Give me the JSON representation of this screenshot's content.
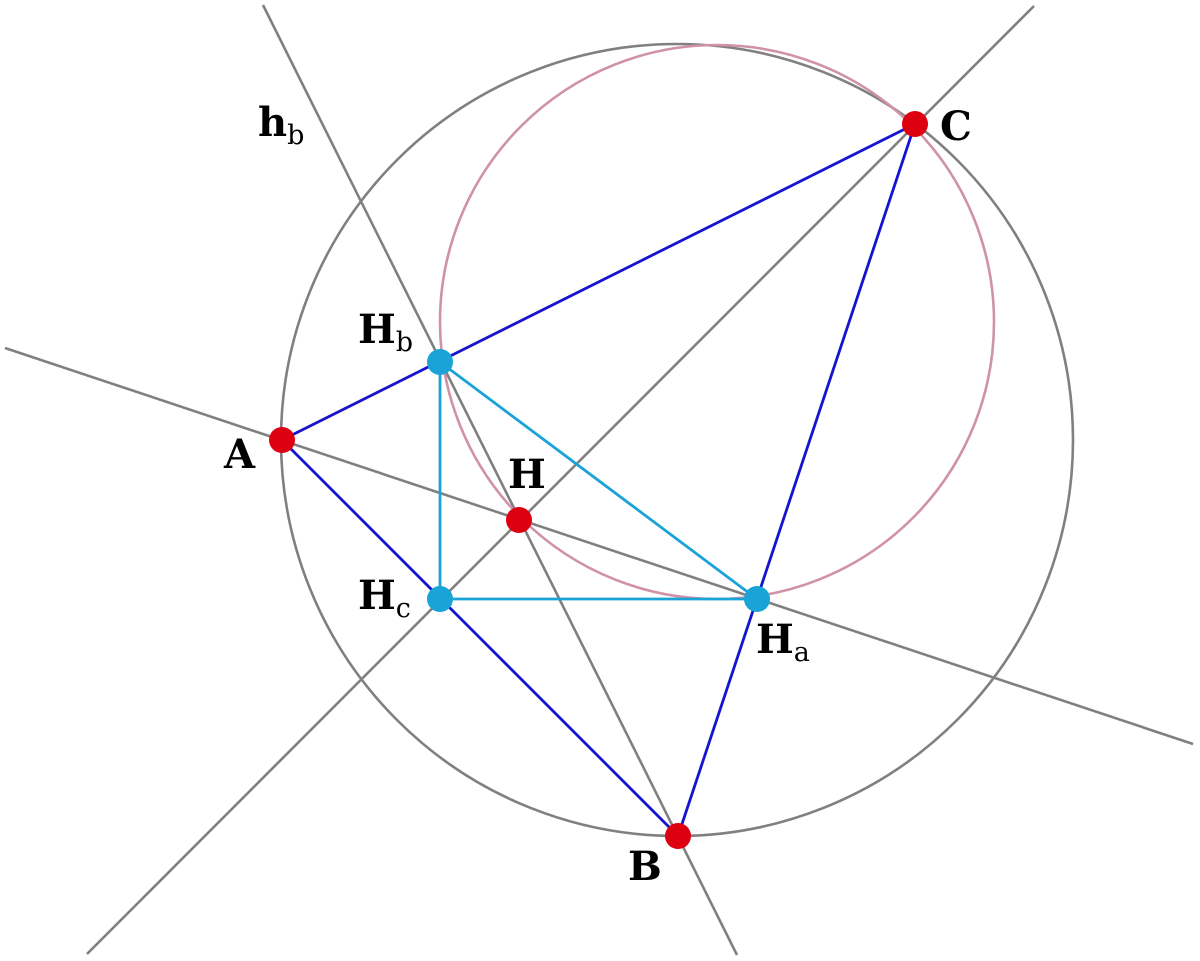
{
  "colors": {
    "construction_line": "#808080",
    "triangle_side": "#1414d2",
    "orthic_side": "#1aa3d6",
    "circumcircle": "#808080",
    "auxiliary_circle": "#cf92a8",
    "vertex_point": "#dd0010",
    "foot_point": "#1aa3d6"
  },
  "labels": {
    "A": "A",
    "B": "B",
    "C": "C",
    "H": "H",
    "Ha": {
      "main": "H",
      "sub": "a"
    },
    "Hb": {
      "main": "H",
      "sub": "b"
    },
    "Hc": {
      "main": "H",
      "sub": "c"
    },
    "hb": {
      "main": "h",
      "sub": "b"
    }
  }
}
